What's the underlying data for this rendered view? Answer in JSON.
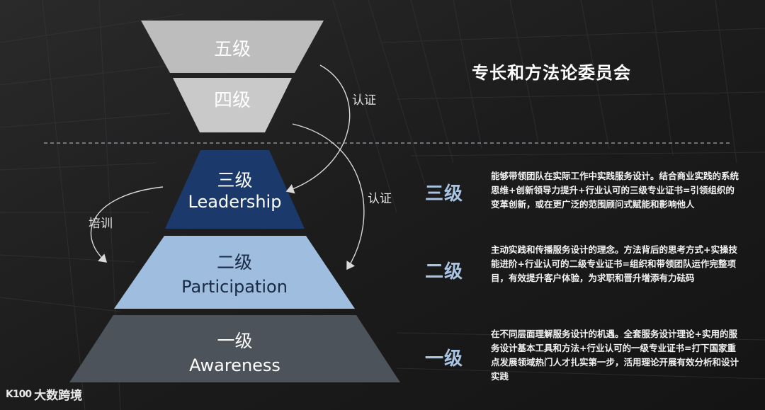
{
  "title": "专长和方法论委员会",
  "upper": {
    "level5": "五级",
    "level4": "四级"
  },
  "tiers": [
    {
      "cn": "三级",
      "en": "Leadership",
      "color": "#1b3a6b",
      "text_color": "#ffffff"
    },
    {
      "cn": "二级",
      "en": "Participation",
      "color": "#9ebddf",
      "text_color": "#1a2a44"
    },
    {
      "cn": "一级",
      "en": "Awareness",
      "color": "#4d535a",
      "text_color": "#ffffff"
    }
  ],
  "arrows": {
    "cert_top": "认证",
    "cert_mid": "认证",
    "training": "培训"
  },
  "levels": [
    {
      "tag": "三级",
      "desc": "能够带领团队在实际工作中实践服务设计。结合商业实践的系统思维+创新领导力提升+行业认可的三级专业证书=引领组织的变革创新，或在更广泛的范围顾问式赋能和影响他人"
    },
    {
      "tag": "二级",
      "desc": "主动实践和传播服务设计的理念。方法背后的思考方式+实操技能进阶+行业认可的二级专业证书=组织和带领团队运作完整项目，有效提升客户体验，为求职和晋升增添有力砝码"
    },
    {
      "tag": "一级",
      "desc": "在不同层面理解服务设计的机遇。全套服务设计理论+实用的服务设计基本工具和方法+行业认可的一级专业证书=打下国家重点发展领域热门人才扎实第一步，活用理论开展有效分析和设计实践"
    }
  ],
  "logo": {
    "mark": "K100",
    "text": "大数跨境"
  },
  "colors": {
    "gray_tier": "#bdbdbd",
    "gray_tier_light": "#c9c9c9",
    "accent": "#a9c4e2",
    "background": "#1a1a1a"
  }
}
